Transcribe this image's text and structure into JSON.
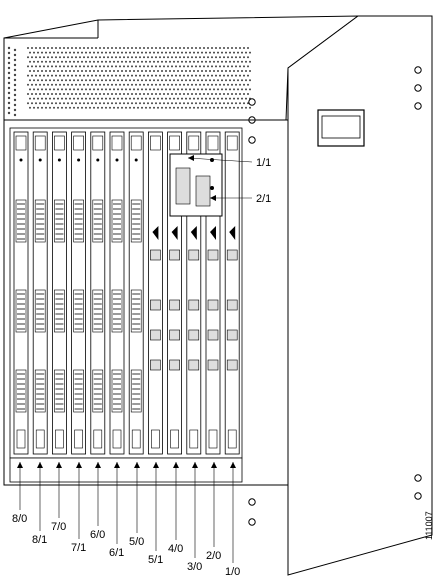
{
  "slot_labels": [
    "8/0",
    "8/1",
    "7/0",
    "7/1",
    "6/0",
    "6/1",
    "5/0",
    "5/1",
    "4/0",
    "3/0",
    "2/0",
    "1/0"
  ],
  "callouts": [
    "1/1",
    "2/1"
  ],
  "figure_id": "111007"
}
